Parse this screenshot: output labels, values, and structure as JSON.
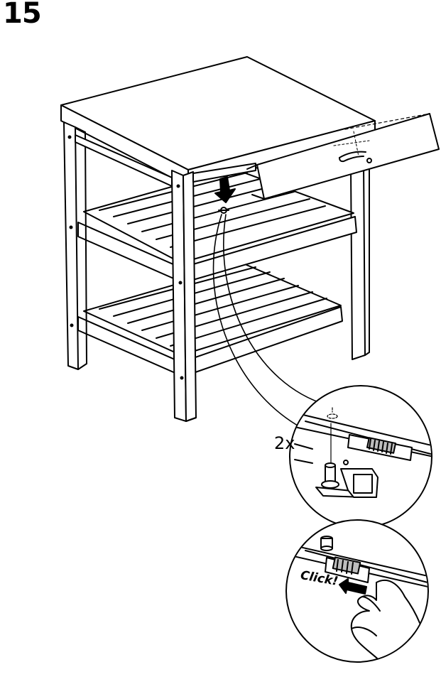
{
  "step": {
    "number": "15"
  },
  "detail": {
    "quantity": "2x",
    "click": "Click!"
  },
  "colors": {
    "line": "#000000",
    "fill": "#ffffff",
    "shade": "#bdbdbd"
  },
  "icons": [
    "arrow-down-icon",
    "arrow-left-icon",
    "hand-icon",
    "screw-icon"
  ]
}
